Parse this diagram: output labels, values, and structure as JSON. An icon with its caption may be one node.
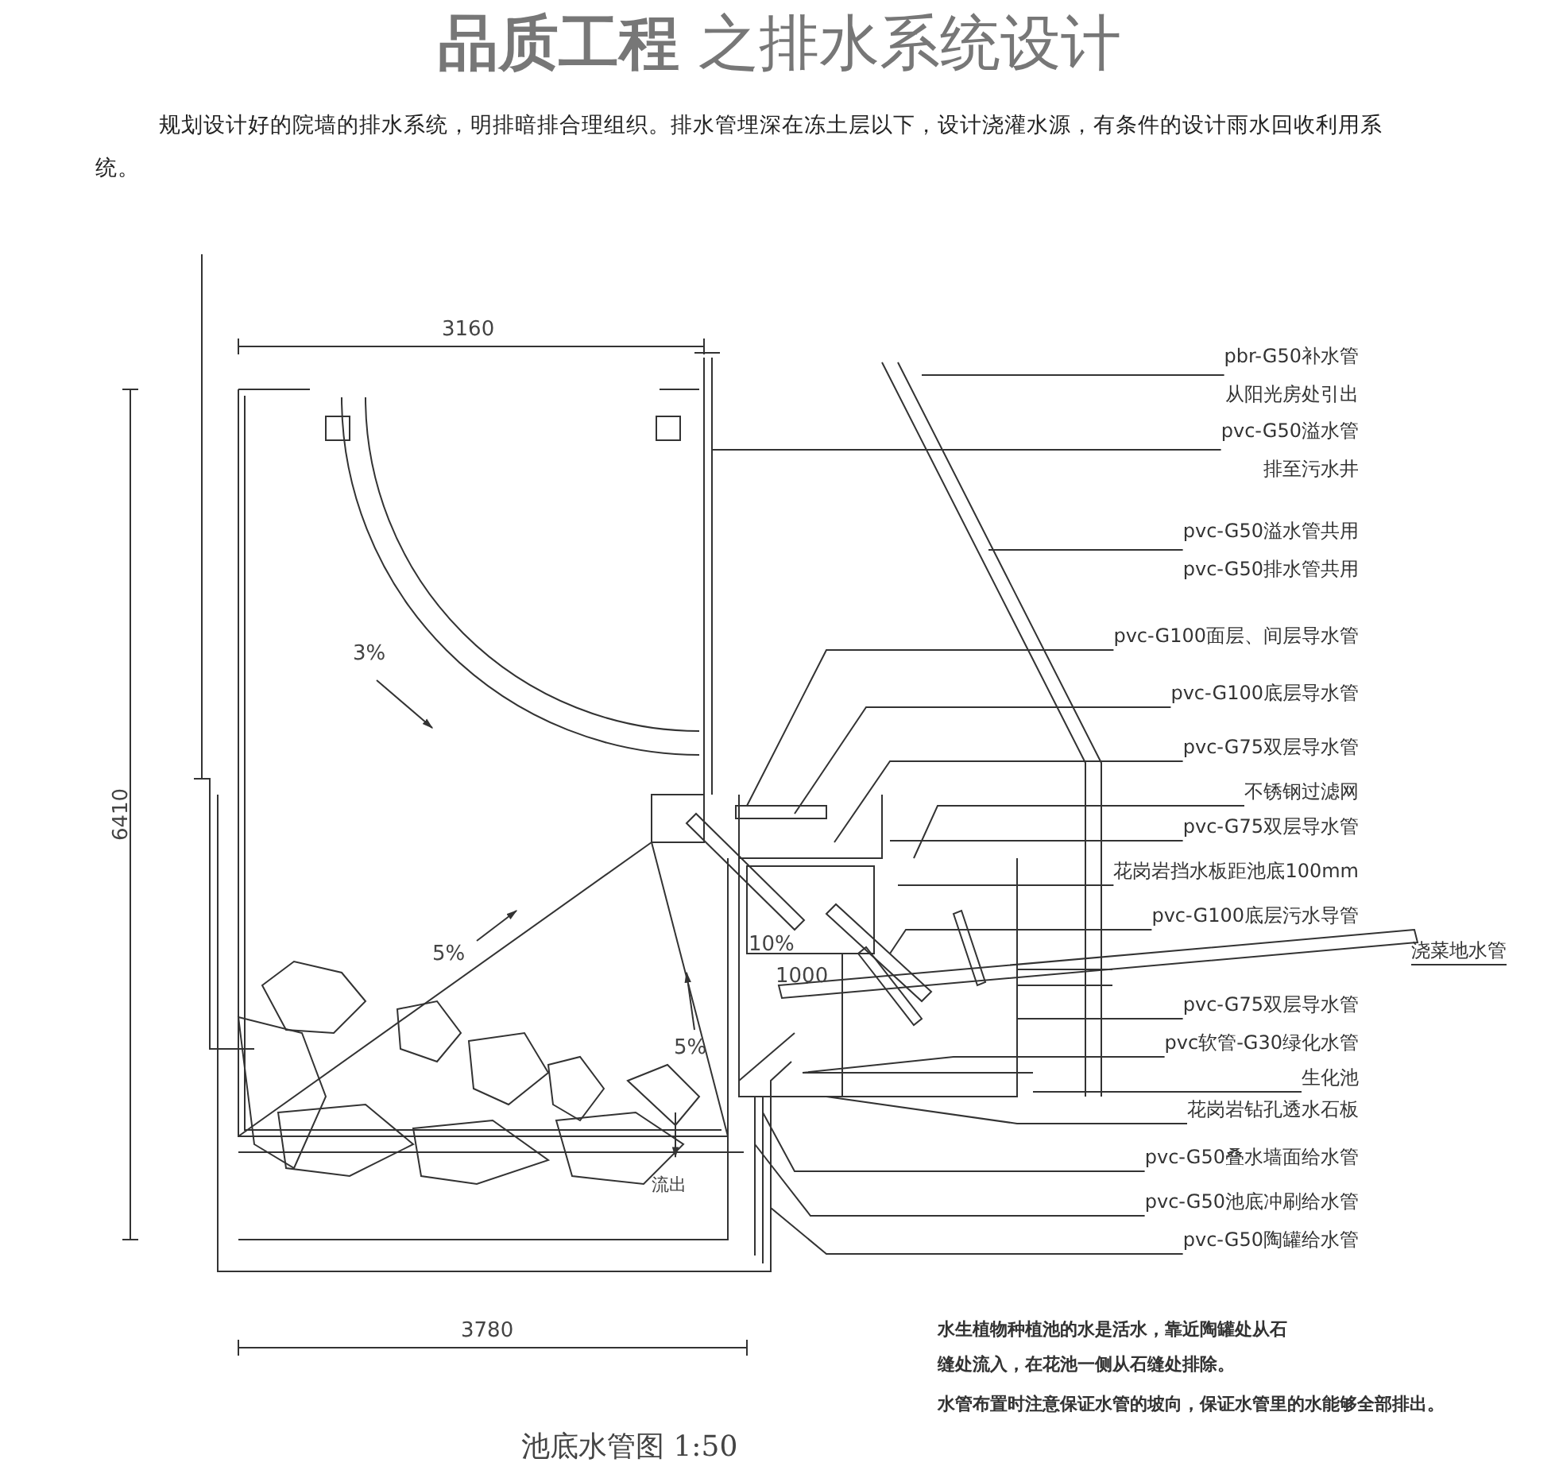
{
  "diagram": {
    "title": "**品质工程** 之排水系统设计",
    "caption": "池底水管图 1:50",
    "nodes": [
      {
        "text": [
          "pbr-G50补水管",
          "从阳光房处引出"
        ]
      },
      {
        "text": [
          "pvc-G50溢水管",
          "排至污水井"
        ]
      },
      {
        "text": [
          "pvc-G50溢水管共用",
          "pvc-G50排水管共用"
        ]
      },
      {
        "text": [
          "pvc-G100面层、间层导水管"
        ]
      },
      {
        "text": [
          "pvc-G100底层导水管"
        ]
      },
      {
        "text": [
          "pvc-G75双层导水管"
        ]
      },
      {
        "text": [
          "不锈钢过滤网"
        ]
      },
      {
        "text": [
          "pvc-G75双层导水管"
        ]
      },
      {
        "text": [
          "花岗岩挡水板距池底100mm"
        ]
      },
      {
        "text": [
          "pvc-G100底层污水导管"
        ]
      },
      {
        "text": [
          "浇菜地水管"
        ]
      },
      {
        "text": [
          "pvc-G75双层导水管"
        ]
      },
      {
        "text": [
          "pvc软管-G30绿化水管"
        ]
      },
      {
        "text": [
          "生化池"
        ]
      },
      {
        "text": [
          "花岗岩钻孔透水石板"
        ]
      },
      {
        "text": [
          "pvc-G50叠水墙面给水管"
        ]
      },
      {
        "text": [
          "pvc-G50池底冲刷给水管"
        ]
      },
      {
        "text": [
          "pvc-G50陶罐给水管"
        ]
      }
    ],
    "edges": [
      {
        "from": 0,
        "to": null,
        "arrow": "none"
      },
      {
        "from": 1,
        "to": null,
        "arrow": "none"
      },
      {
        "from": 2,
        "to": null,
        "arrow": "none"
      },
      {
        "from": 3,
        "to": null,
        "arrow": "none"
      },
      {
        "from": 4,
        "to": null,
        "arrow": "none"
      },
      {
        "from": 5,
        "to": null,
        "arrow": "none"
      },
      {
        "from": 6,
        "to": null,
        "arrow": "none"
      },
      {
        "from": 7,
        "to": null,
        "arrow": "none"
      },
      {
        "from": 8,
        "to": null,
        "arrow": "none"
      },
      {
        "from": 9,
        "to": null,
        "arrow": "none"
      },
      {
        "from": 10,
        "to": null,
        "arrow": "none"
      },
      {
        "from": 11,
        "to": null,
        "arrow": "none"
      },
      {
        "from": 12,
        "to": null,
        "arrow": "none"
      },
      {
        "from": 13,
        "to": null,
        "arrow": "none"
      },
      {
        "from": 14,
        "to": null,
        "arrow": "none"
      },
      {
        "from": 15,
        "to": null,
        "arrow": "none"
      },
      {
        "from": 16,
        "to": null,
        "arrow": "none"
      },
      {
        "from": 17,
        "to": null,
        "arrow": "none"
      }
    ],
    "labels": [
      "规划设计好的院墙的排水系统，明排暗排合理组织。排水管埋深在冻土层以下，设计浇灌水源，有条件的设计雨水回收利用系统。",
      "3160",
      "3%",
      "6410",
      "10%",
      "5%",
      "1000",
      "5%",
      "流出",
      "3780",
      "水生植物种植池的水是活水，靠近陶罐处从石缝处流入，在花池一侧从石缝处排除。",
      "水管布置时注意保证水管的坡向，保证水管里的水能够全部排出。"
    ]
  }
}
